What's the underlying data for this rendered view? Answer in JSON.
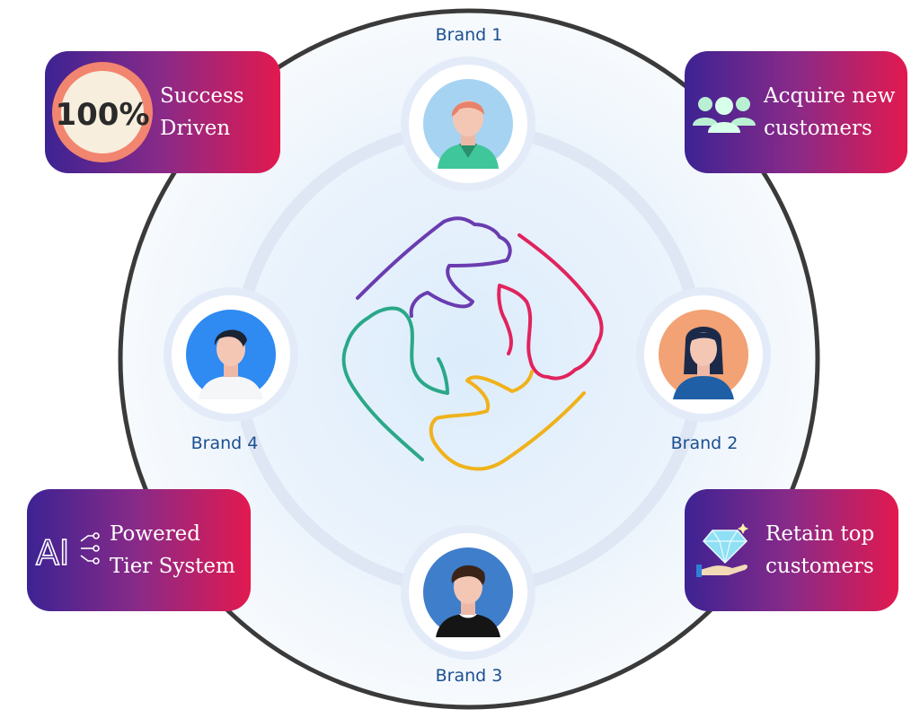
{
  "brands": [
    {
      "label": "Brand 1",
      "avatar": "avatar-man-green-shirt-icon"
    },
    {
      "label": "Brand 2",
      "avatar": "avatar-woman-blue-icon"
    },
    {
      "label": "Brand 3",
      "avatar": "avatar-man-black-shirt-icon"
    },
    {
      "label": "Brand 4",
      "avatar": "avatar-man-white-shirt-icon"
    }
  ],
  "cards": {
    "success": {
      "badge": "100%",
      "line1": "Success",
      "line2": "Driven",
      "icon": "percent-badge-icon"
    },
    "acquire": {
      "line1": "Acquire new",
      "line2": "customers",
      "icon": "people-group-icon"
    },
    "ai": {
      "badge": "AI",
      "line1": "Powered",
      "line2": "Tier System",
      "icon": "ai-circuit-icon"
    },
    "retain": {
      "line1": "Retain top",
      "line2": "customers",
      "icon": "diamond-hand-icon"
    }
  },
  "center_icon": "joined-hands-icon",
  "colors": {
    "card_gradient_start": "#3c2393",
    "card_gradient_end": "#e2194f",
    "brand_label": "#1c4f8f",
    "hand_purple": "#6a3cb0",
    "hand_pink": "#e0245e",
    "hand_green": "#2aa889",
    "hand_yellow": "#f0b21b"
  }
}
